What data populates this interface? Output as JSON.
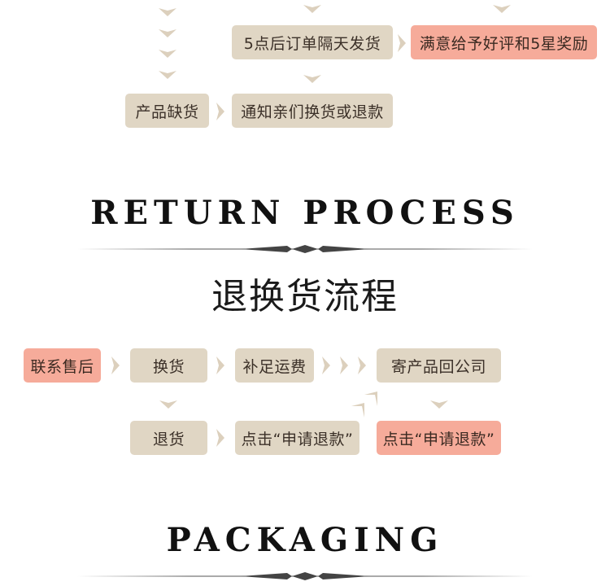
{
  "colors": {
    "box": "#e0d6c4",
    "highlight": "#f6ab9a",
    "arrow": "#dcd0bd",
    "text": "#3b3028",
    "title": "#111111"
  },
  "top_flow": {
    "step_next_day_ship": "5点后订单隔天发货",
    "step_good_review": "满意给予好评和5星奖励",
    "step_out_of_stock": "产品缺货",
    "step_notify": "通知亲们换货或退款"
  },
  "return_section": {
    "title_en": "RETURN PROCESS",
    "title_cn": "退换货流程",
    "steps": {
      "contact_service": "联系售后",
      "exchange": "换货",
      "pay_shipping": "补足运费",
      "send_back": "寄产品回公司",
      "return_goods": "退货",
      "click_refund_1": "点击“申请退款”",
      "click_refund_2": "点击“申请退款”"
    }
  },
  "packaging_section": {
    "title_en": "PACKAGING"
  },
  "icons": {
    "down": "chevron-down-icon",
    "right": "chevron-right-icon",
    "corner": "corner-arrow-icon",
    "ornament": "ornament-divider"
  }
}
